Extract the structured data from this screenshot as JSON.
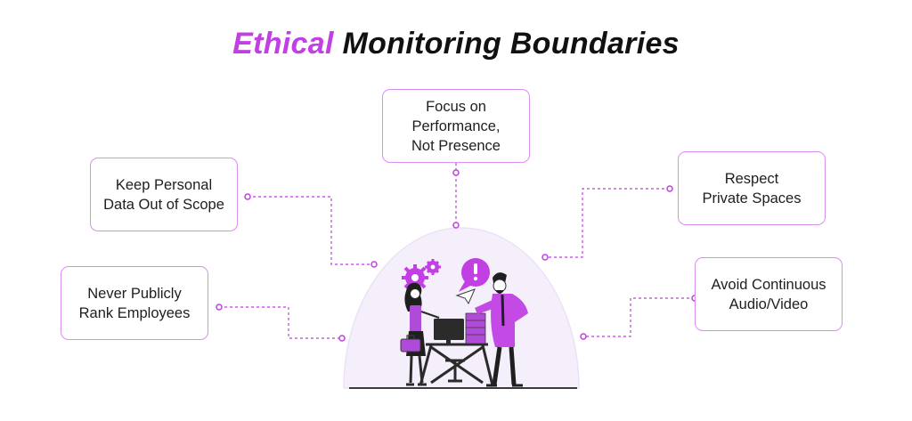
{
  "title": {
    "accent": "Ethical",
    "rest": "Monitoring Boundaries"
  },
  "boundaries": [
    {
      "text": "Focus on\nPerformance,\nNot Presence"
    },
    {
      "text": "Keep Personal\nData Out of Scope"
    },
    {
      "text": "Respect\nPrivate Spaces"
    },
    {
      "text": "Never Publicly\nRank Employees"
    },
    {
      "text": "Avoid Continuous\nAudio/Video"
    }
  ],
  "icons": {
    "gear": "gear-icon",
    "alert": "exclamation-bubble-icon",
    "bag": "briefcase-icon",
    "computer": "monitor-icon"
  },
  "colors": {
    "accent": "#c13fe3",
    "border": "#d98ff0",
    "semicircle": "#f5eefb",
    "text": "#1e1e1e"
  }
}
